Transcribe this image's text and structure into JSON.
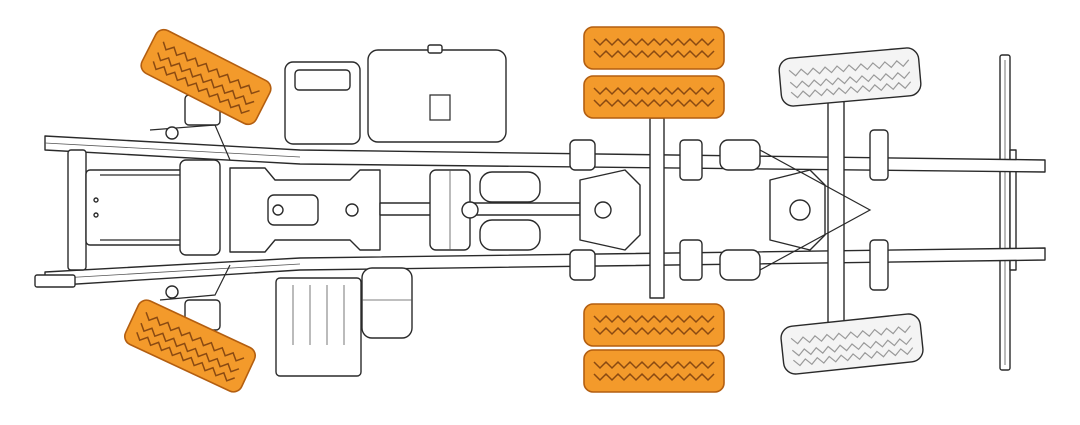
{
  "diagram": {
    "highlight_color": "#F39A2B",
    "highlight_stroke": "#B35E10",
    "tread_color": "#8A4A12",
    "normal_tire_fill": "#F4F4F4",
    "normal_tread_color": "#9A9A9A",
    "tires": [
      {
        "id": "front-left",
        "highlighted": true
      },
      {
        "id": "front-right",
        "highlighted": true
      },
      {
        "id": "drive-left-outer",
        "highlighted": true
      },
      {
        "id": "drive-left-inner",
        "highlighted": true
      },
      {
        "id": "drive-right-inner",
        "highlighted": true
      },
      {
        "id": "drive-right-outer",
        "highlighted": true
      },
      {
        "id": "tag-left",
        "highlighted": false
      },
      {
        "id": "tag-right",
        "highlighted": false
      }
    ]
  }
}
